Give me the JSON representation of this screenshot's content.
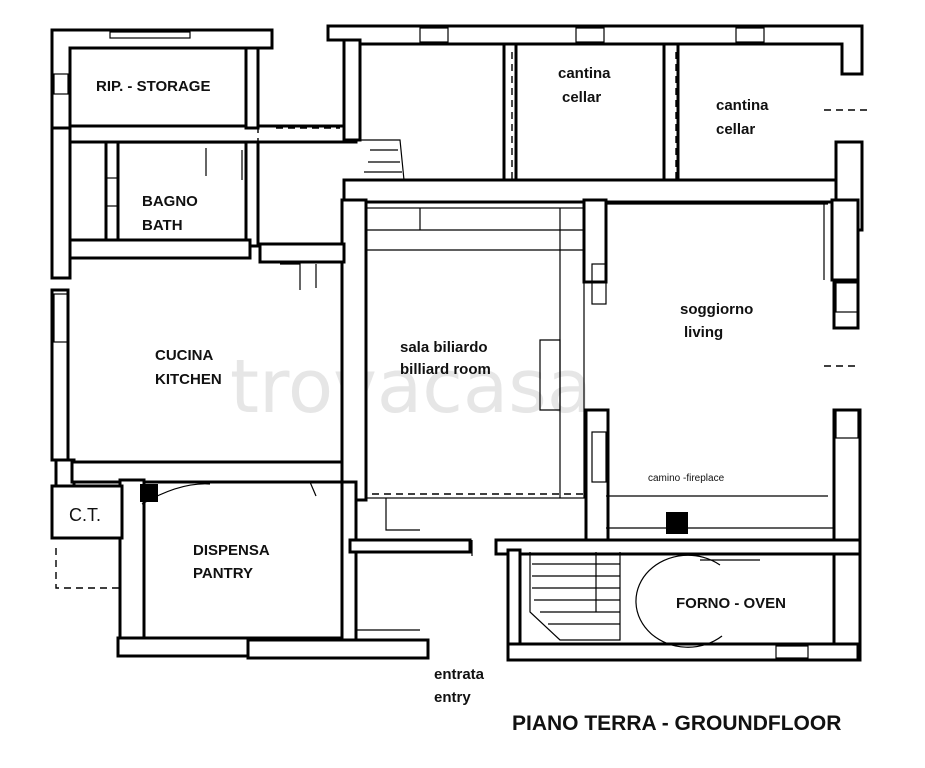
{
  "title": "PIANO TERRA - GROUNDFLOOR",
  "watermark": "trovacasa",
  "rooms": {
    "storage": "RIP. - STORAGE",
    "cellar1_it": "cantina",
    "cellar1_en": "cellar",
    "cellar2_it": "cantina",
    "cellar2_en": "cellar",
    "bath_it": "BAGNO",
    "bath_en": "BATH",
    "kitchen_it": "CUCINA",
    "kitchen_en": "KITCHEN",
    "billiard_it": "sala biliardo",
    "billiard_en": "billiard room",
    "living_it": "soggiorno",
    "living_en": "living",
    "fireplace": "camino -fireplace",
    "ct": "C.T.",
    "pantry_it": "DISPENSA",
    "pantry_en": "PANTRY",
    "oven": "FORNO - OVEN",
    "entry_it": "entrata",
    "entry_en": "entry"
  }
}
